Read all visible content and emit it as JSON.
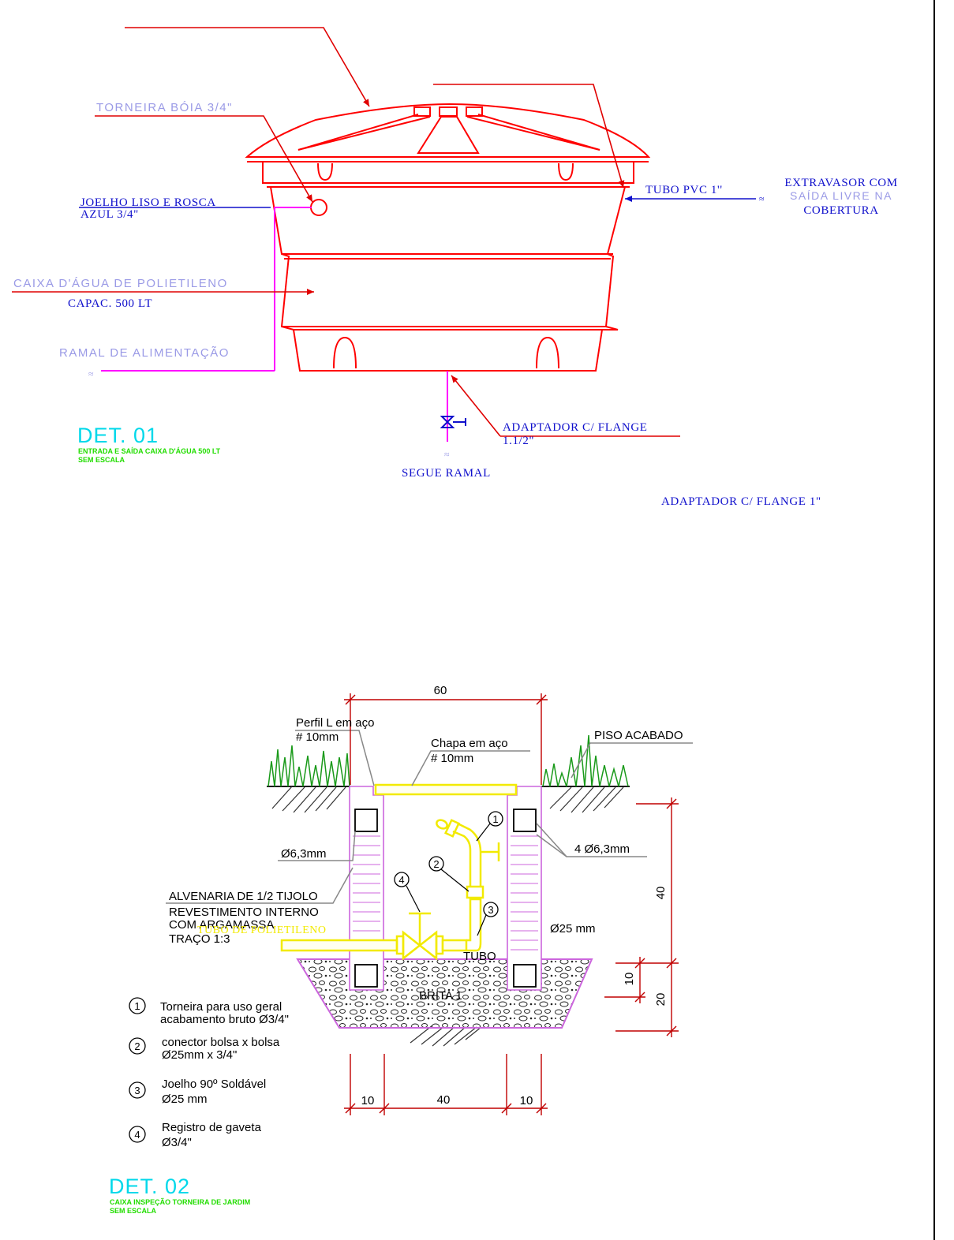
{
  "colors": {
    "tank": "#ff0000",
    "leader": "#e00000",
    "pipe_supply": "#ff00ff",
    "label_blue": "#1010cc",
    "label_lavender": "#9a9ae6",
    "detail_title": "#00d8ea",
    "detail_subtitle": "#22dd00",
    "fitting_yellow": "#f2ea00",
    "masonry": "#cc66dd",
    "grass": "#1a9a1a",
    "dim_line": "#c00000"
  },
  "det01": {
    "title": "DET. 01",
    "subtitle_line1": "ENTRADA E SAÍDA CAIXA D'ÁGUA 500 LT",
    "subtitle_line2": "SEM ESCALA",
    "labels": {
      "torneira": "TORNEIRA BÓIA 3/4\"",
      "joelho_line1": "JOELHO LISO E ROSCA",
      "joelho_line2": "AZUL 3/4\"",
      "caixa": "CAIXA D'ÁGUA DE POLIETILENO",
      "capac": "CAPAC. 500 LT",
      "ramal": "RAMAL DE ALIMENTAÇÃO",
      "tubo_pvc": "TUBO PVC 1''",
      "extravasor_line1": "EXTRAVASOR COM",
      "extravasor_line2": "SAÍDA LIVRE NA",
      "extravasor_line3": "COBERTURA",
      "adaptador_line1": "ADAPTADOR C/ FLANGE",
      "adaptador_line2": "1.1/2\"",
      "segue_ramal": "SEGUE RAMAL",
      "adaptador_1": "ADAPTADOR C/ FLANGE 1\"",
      "break_symbol": "≈"
    }
  },
  "det02": {
    "title": "DET. 02",
    "subtitle_line1": "CAIXA INSPEÇÃO TORNEIRA DE JARDIM",
    "subtitle_line2": "SEM ESCALA",
    "dims": {
      "top": "60",
      "height_main": "40",
      "height_10": "10",
      "height_20": "20",
      "bottom_left": "10",
      "bottom_mid": "40",
      "bottom_right": "10"
    },
    "labels": {
      "perfil_line1": "Perfil L em aço",
      "perfil_line2": "# 10mm",
      "chapa_line1": "Chapa em aço",
      "chapa_line2": "# 10mm",
      "piso": "PISO ACABADO",
      "rebar_left": "Ø6,3mm",
      "rebar_right": "4 Ø6,3mm",
      "alvenaria": "ALVENARIA DE 1/2 TIJOLO",
      "revest_line1": "REVESTIMENTO INTERNO",
      "revest_line2": "COM ARGAMASSA",
      "revest_line3": "TRAÇO 1:3",
      "overlap_text": "TUBO DE POLIETILENO",
      "d25": "Ø25 mm",
      "tubo": "TUBO",
      "brita": "BRITA 1"
    },
    "callouts": [
      "1",
      "2",
      "3",
      "4"
    ],
    "legend": [
      {
        "num": "1",
        "line1": "Torneira para uso geral",
        "line2": "acabamento bruto Ø3/4\""
      },
      {
        "num": "2",
        "line1": "conector bolsa x bolsa",
        "line2": "Ø25mm x 3/4\""
      },
      {
        "num": "3",
        "line1": "Joelho 90º Soldável",
        "line2": "Ø25 mm"
      },
      {
        "num": "4",
        "line1": "Registro de gaveta",
        "line2": "Ø3/4\""
      }
    ]
  }
}
